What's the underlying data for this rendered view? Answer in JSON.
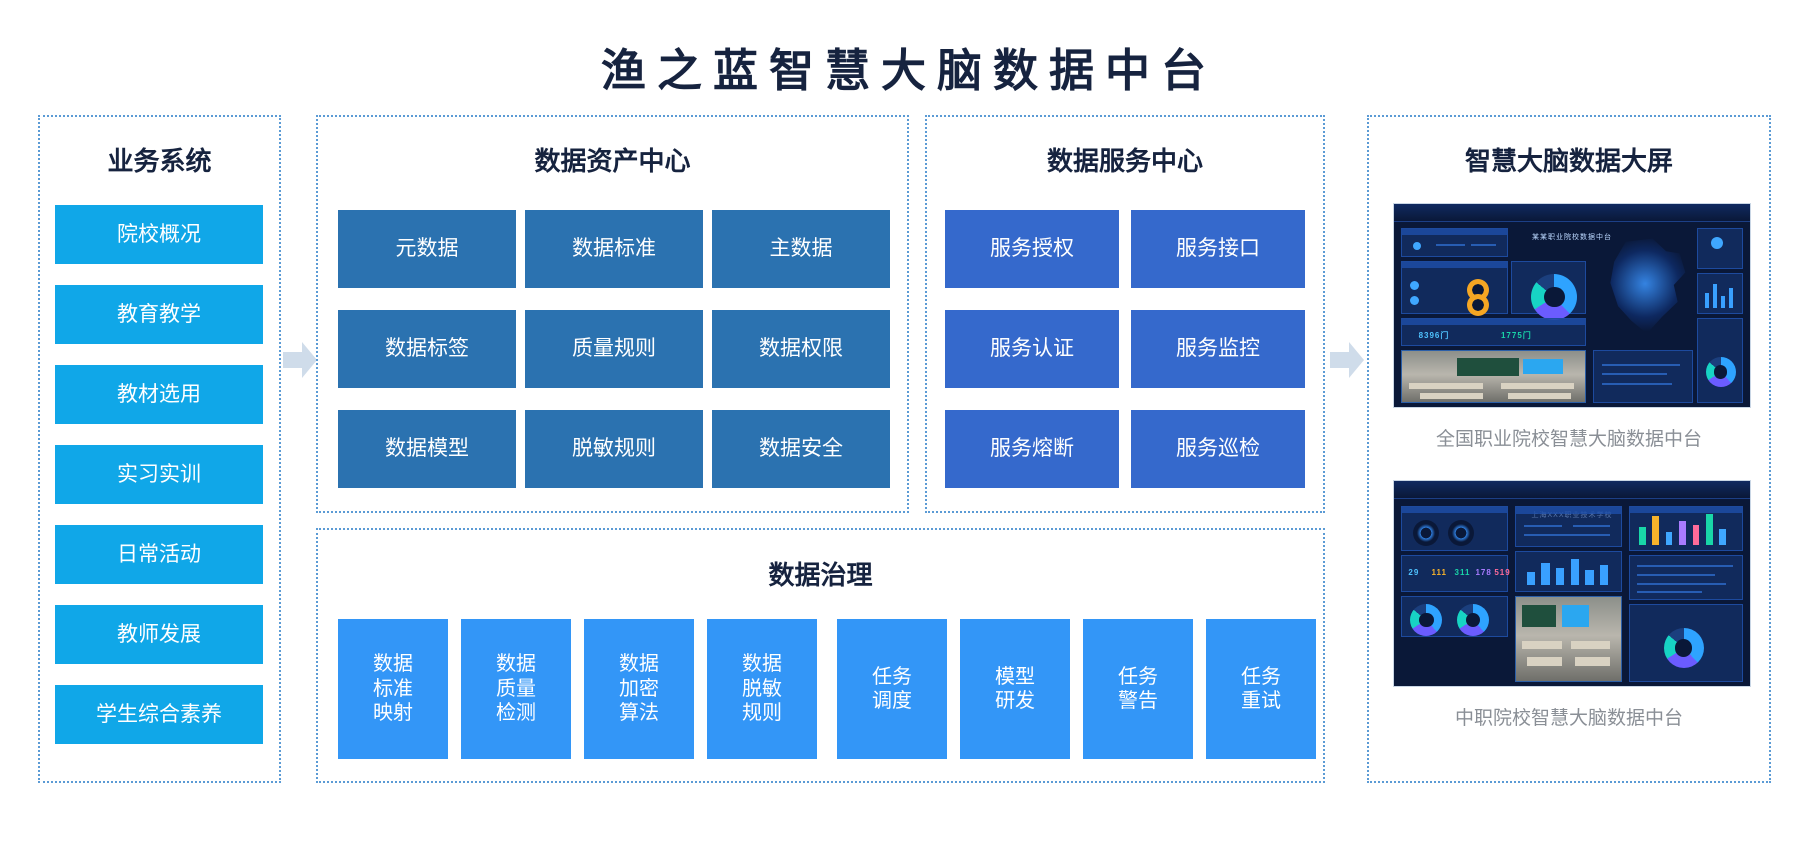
{
  "title": "渔之蓝智慧大脑数据中台",
  "colors": {
    "title": "#16233f",
    "panel_border": "#5b9bd5",
    "business_box": "#10a7e8",
    "asset_box": "#2b72b0",
    "service_box": "#3569cc",
    "governance_box": "#3396f7",
    "arrow": "#cfdcea",
    "caption": "#8a8f96"
  },
  "business_system": {
    "title": "业务系统",
    "items": [
      "院校概况",
      "教育教学",
      "教材选用",
      "实习实训",
      "日常活动",
      "教师发展",
      "学生综合素养"
    ]
  },
  "data_asset_center": {
    "title": "数据资产中心",
    "items": [
      "元数据",
      "数据标准",
      "主数据",
      "数据标签",
      "质量规则",
      "数据权限",
      "数据模型",
      "脱敏规则",
      "数据安全"
    ]
  },
  "data_service_center": {
    "title": "数据服务中心",
    "items": [
      "服务授权",
      "服务接口",
      "服务认证",
      "服务监控",
      "服务熔断",
      "服务巡检"
    ]
  },
  "data_governance": {
    "title": "数据治理",
    "items": [
      "数据\n标准\n映射",
      "数据\n质量\n检测",
      "数据\n加密\n算法",
      "数据\n脱敏\n规则",
      "任务\n调度",
      "模型\n研发",
      "任务\n警告",
      "任务\n重试"
    ]
  },
  "dashboard_panel": {
    "title": "智慧大脑数据大屏",
    "screens": [
      {
        "header": "某某职业院校数据中台",
        "caption": "全国职业院校智慧大脑数据中台"
      },
      {
        "header": "上海XXX职业技术学校",
        "caption": "中职院校智慧大脑数据中台"
      }
    ]
  },
  "arrows": [
    {
      "name": "arrow-business-to-asset"
    },
    {
      "name": "arrow-service-to-dashboard"
    }
  ]
}
